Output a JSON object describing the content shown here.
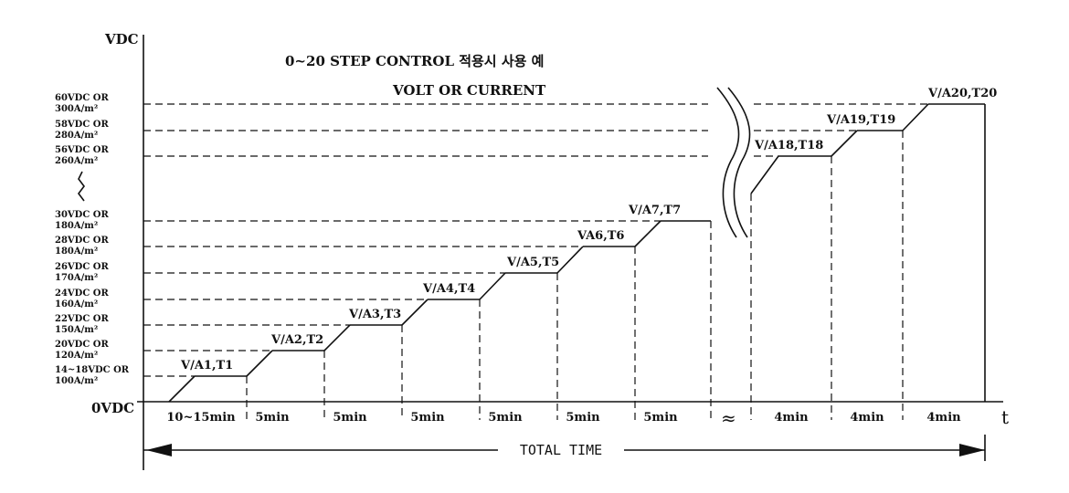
{
  "diagram": {
    "y_axis_label": "VDC",
    "x_axis_label": "t",
    "title": "0~20 STEP CONTROL 적용시 사용 예",
    "subtitle": "VOLT OR CURRENT",
    "total_time_label": "TOTAL TIME",
    "break_symbol": "≈",
    "zero_label": "0VDC",
    "levels": [
      {
        "line1": "14~18VDC OR",
        "line2": "100A/m²"
      },
      {
        "line1": "20VDC OR",
        "line2": "120A/m²"
      },
      {
        "line1": "22VDC OR",
        "line2": "150A/m²"
      },
      {
        "line1": "24VDC OR",
        "line2": "160A/m²"
      },
      {
        "line1": "26VDC OR",
        "line2": "170A/m²"
      },
      {
        "line1": "28VDC OR",
        "line2": "180A/m²"
      },
      {
        "line1": "30VDC OR",
        "line2": "180A/m²"
      },
      {
        "line1": "56VDC OR",
        "line2": "260A/m²"
      },
      {
        "line1": "58VDC OR",
        "line2": "280A/m²"
      },
      {
        "line1": "60VDC OR",
        "line2": "300A/m²"
      }
    ],
    "steps": [
      "V/A1,T1",
      "V/A2,T2",
      "V/A3,T3",
      "V/A4,T4",
      "V/A5,T5",
      "VA6,T6",
      "V/A7,T7",
      "V/A18,T18",
      "V/A19,T19",
      "V/A20,T20"
    ],
    "durations": [
      "10~15min",
      "5min",
      "5min",
      "5min",
      "5min",
      "5min",
      "5min",
      "4min",
      "4min",
      "4min"
    ]
  }
}
